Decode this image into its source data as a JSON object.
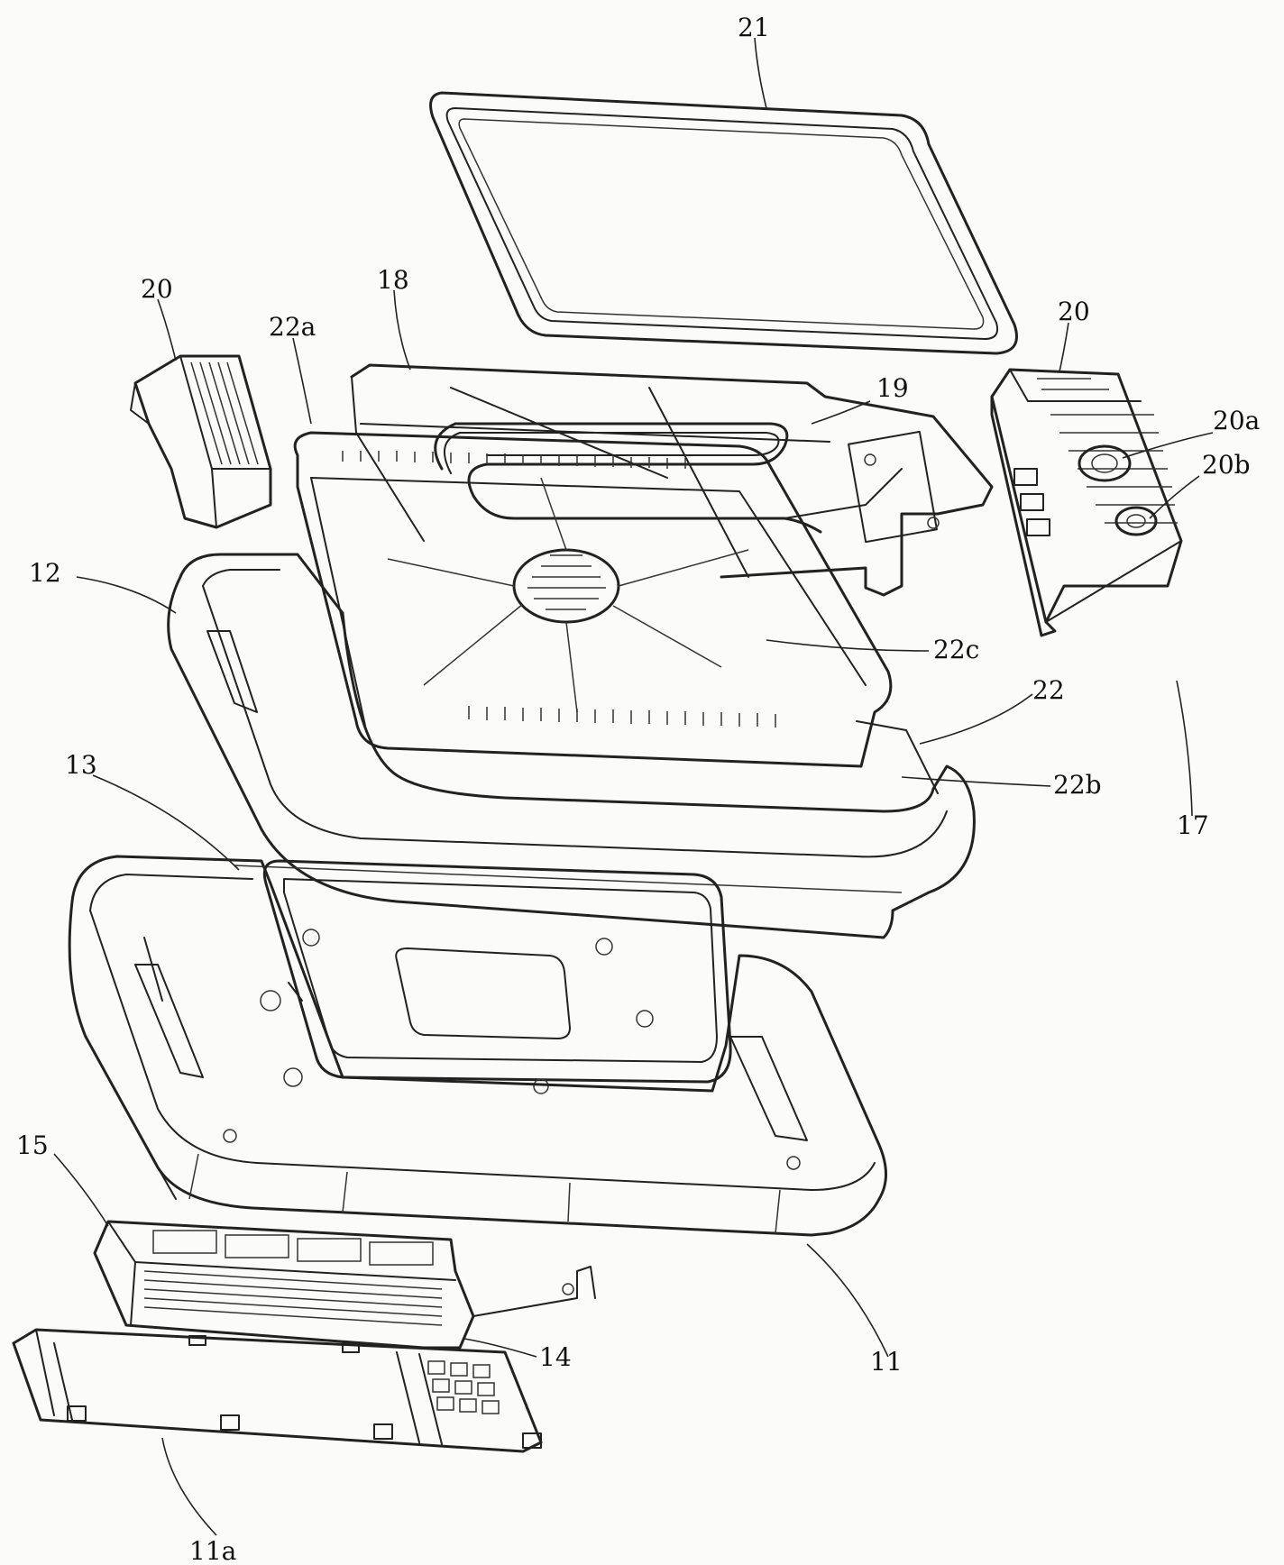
{
  "labels": {
    "l21": "21",
    "l20_left": "20",
    "l18": "18",
    "l22a": "22a",
    "l19": "19",
    "l20_right": "20",
    "l20a": "20a",
    "l20b": "20b",
    "l12": "12",
    "l22c": "22c",
    "l22": "22",
    "l22b": "22b",
    "l17": "17",
    "l13": "13",
    "l15": "15",
    "l14": "14",
    "l11": "11",
    "l11a": "11a"
  }
}
